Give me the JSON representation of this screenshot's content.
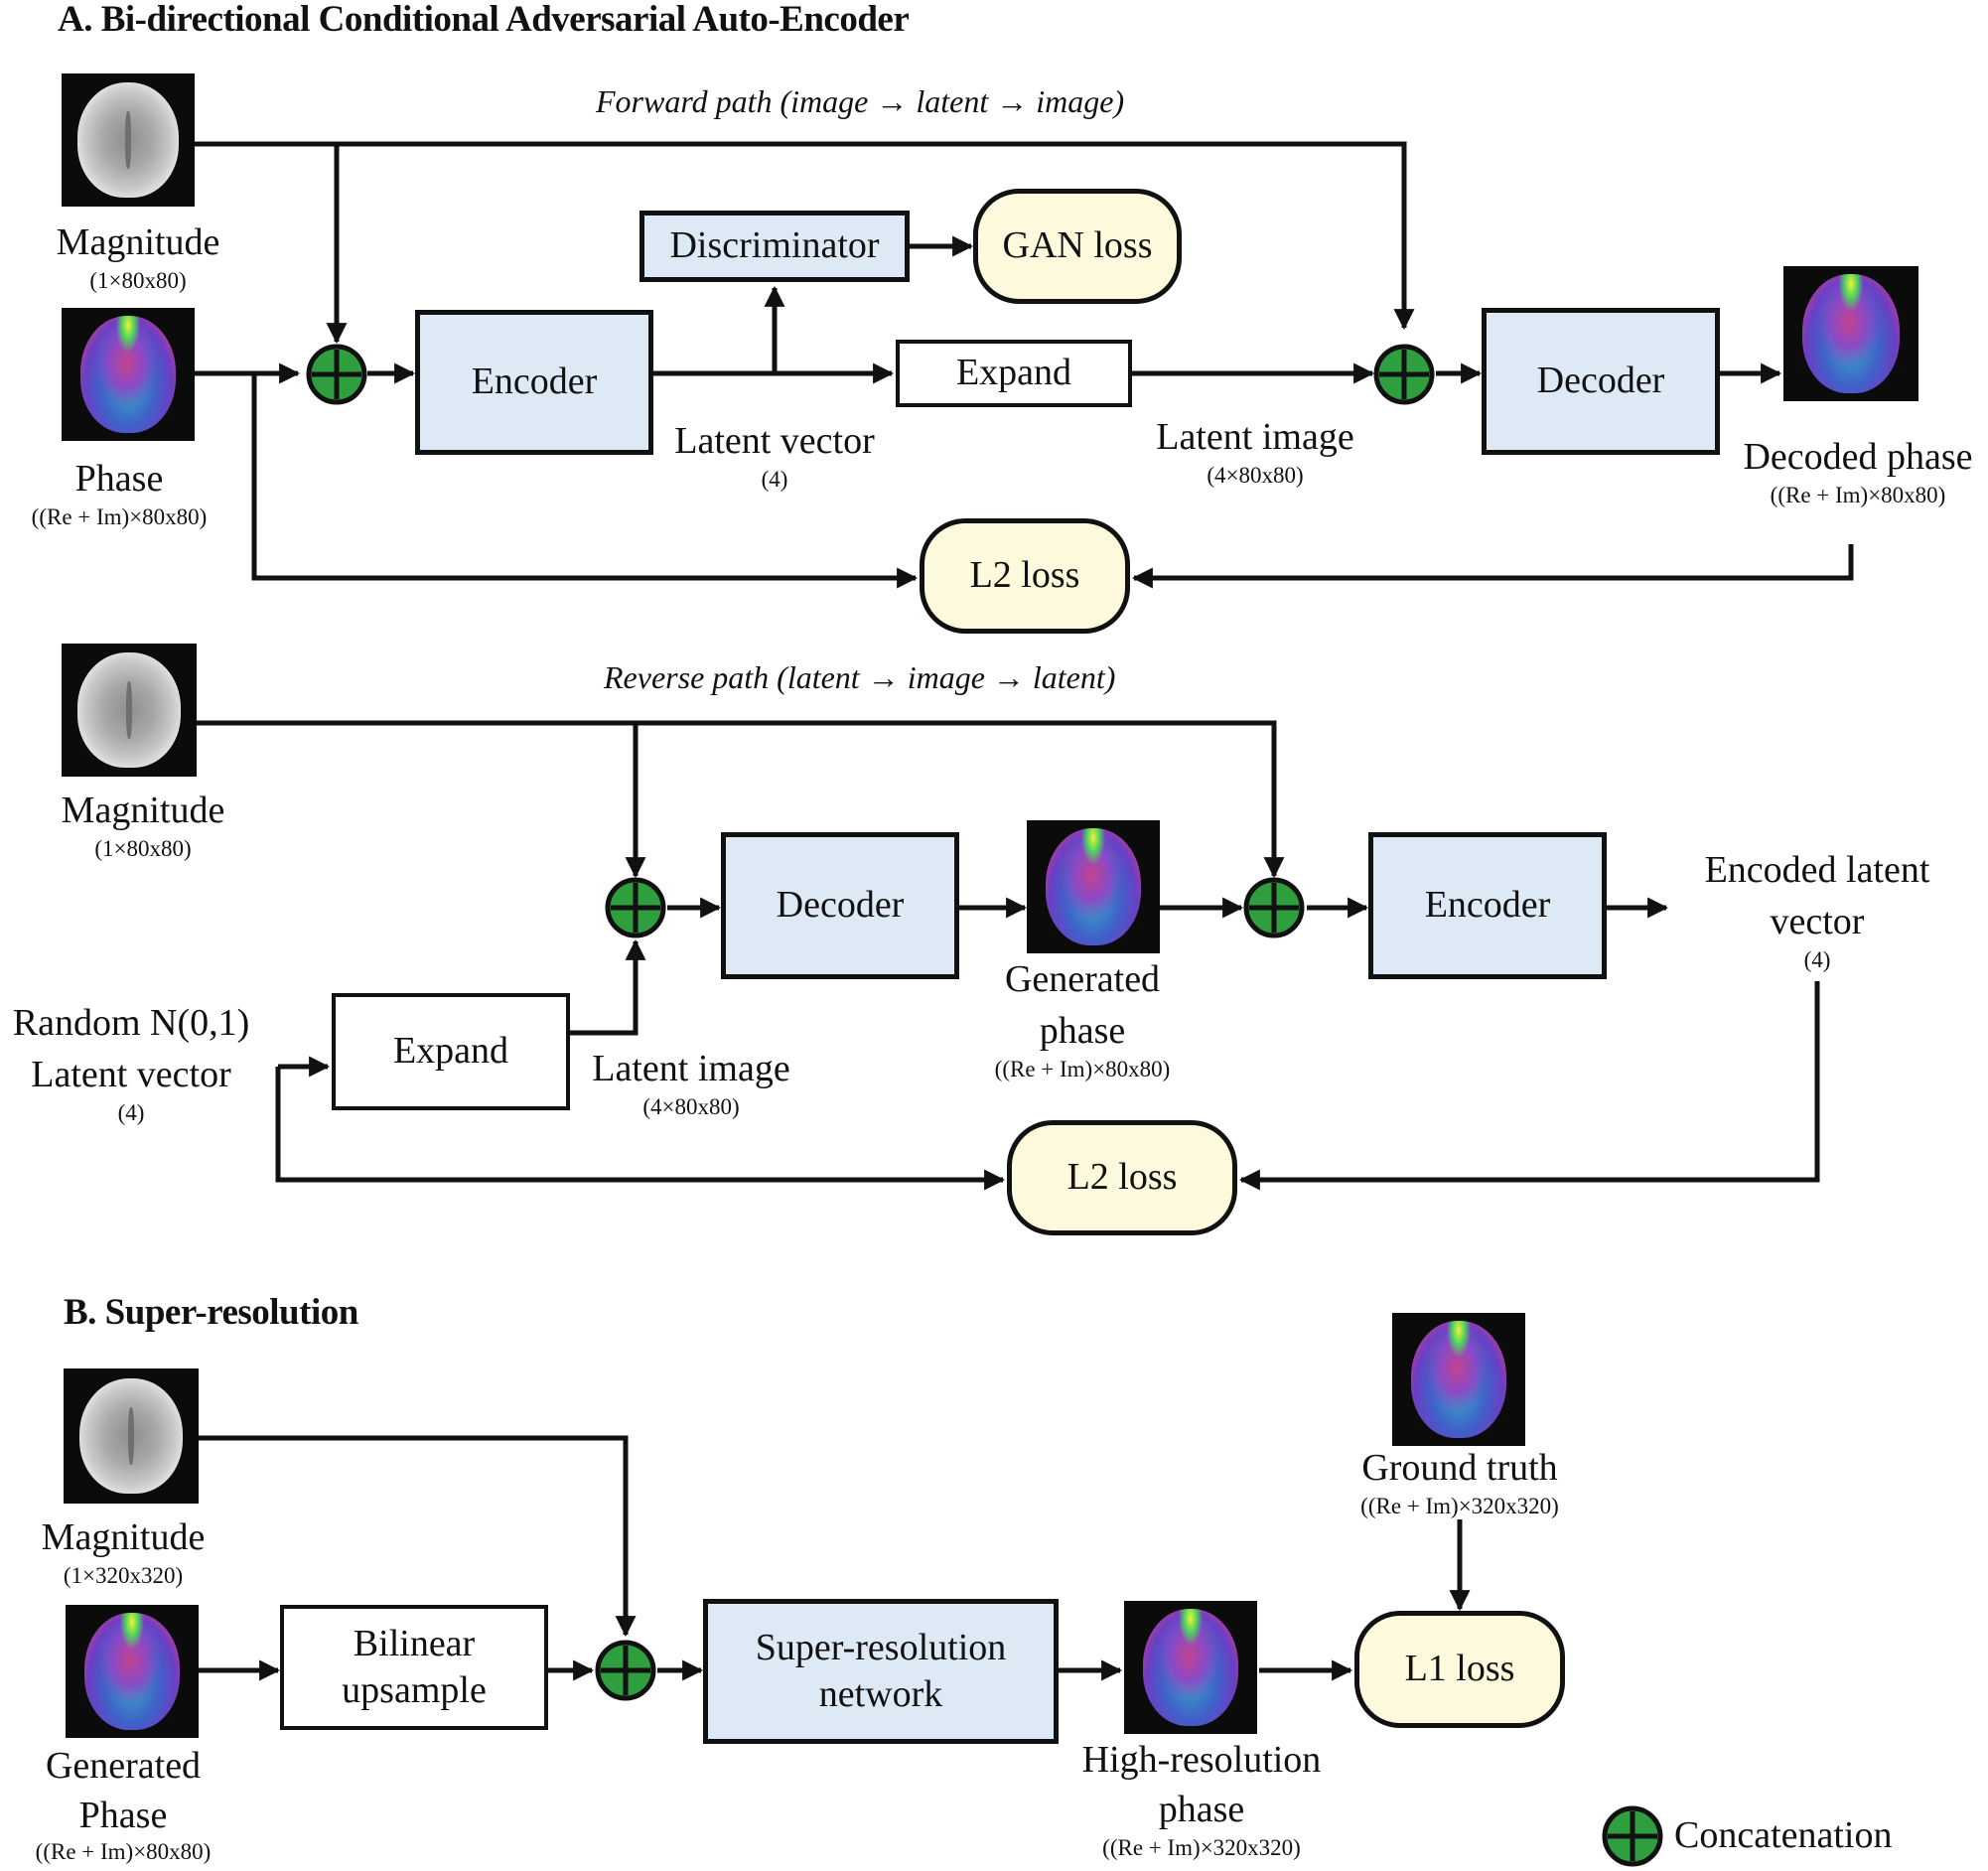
{
  "section_a": {
    "title": "A. Bi-directional Conditional Adversarial Auto-Encoder",
    "forward": {
      "path_label": "Forward path (image → latent → image)",
      "magnitude_label": "Magnitude",
      "magnitude_dim": "(1×80x80)",
      "phase_label": "Phase",
      "phase_dim": "((Re + Im)×80x80)",
      "encoder": "Encoder",
      "discriminator": "Discriminator",
      "gan_loss": "GAN loss",
      "expand": "Expand",
      "latent_vector_label": "Latent vector",
      "latent_vector_dim": "(4)",
      "latent_image_label": "Latent image",
      "latent_image_dim": "(4×80x80)",
      "decoder": "Decoder",
      "decoded_phase_label": "Decoded phase",
      "decoded_phase_dim": "((Re + Im)×80x80)",
      "l2_loss": "L2 loss"
    },
    "reverse": {
      "path_label": "Reverse path (latent → image → latent)",
      "magnitude_label": "Magnitude",
      "magnitude_dim": "(1×80x80)",
      "random_line1": "Random N(0,1)",
      "random_line2": "Latent vector",
      "random_dim": "(4)",
      "expand": "Expand",
      "latent_image_label": "Latent image",
      "latent_image_dim": "(4×80x80)",
      "decoder": "Decoder",
      "generated_line1": "Generated",
      "generated_line2": "phase",
      "generated_dim": "((Re + Im)×80x80)",
      "encoder": "Encoder",
      "encoded_line1": "Encoded latent",
      "encoded_line2": "vector",
      "encoded_dim": "(4)",
      "l2_loss": "L2 loss"
    }
  },
  "section_b": {
    "title": "B. Super-resolution",
    "magnitude_label": "Magnitude",
    "magnitude_dim": "(1×320x320)",
    "generated_line1": "Generated",
    "generated_line2": "Phase",
    "generated_dim": "((Re + Im)×80x80)",
    "bilinear_line1": "Bilinear",
    "bilinear_line2": "upsample",
    "sr_line1": "Super-resolution",
    "sr_line2": "network",
    "hr_line1": "High-resolution",
    "hr_line2": "phase",
    "hr_dim": "((Re + Im)×320x320)",
    "gt_label": "Ground truth",
    "gt_dim": "((Re + Im)×320x320)",
    "l1_loss": "L1 loss"
  },
  "legend": {
    "concatenation": "Concatenation"
  },
  "colors": {
    "encoder_fill": "#ddeaf6",
    "loss_fill": "#fdf9dc",
    "concat_green": "#2e9e3e",
    "line": "#111111"
  }
}
